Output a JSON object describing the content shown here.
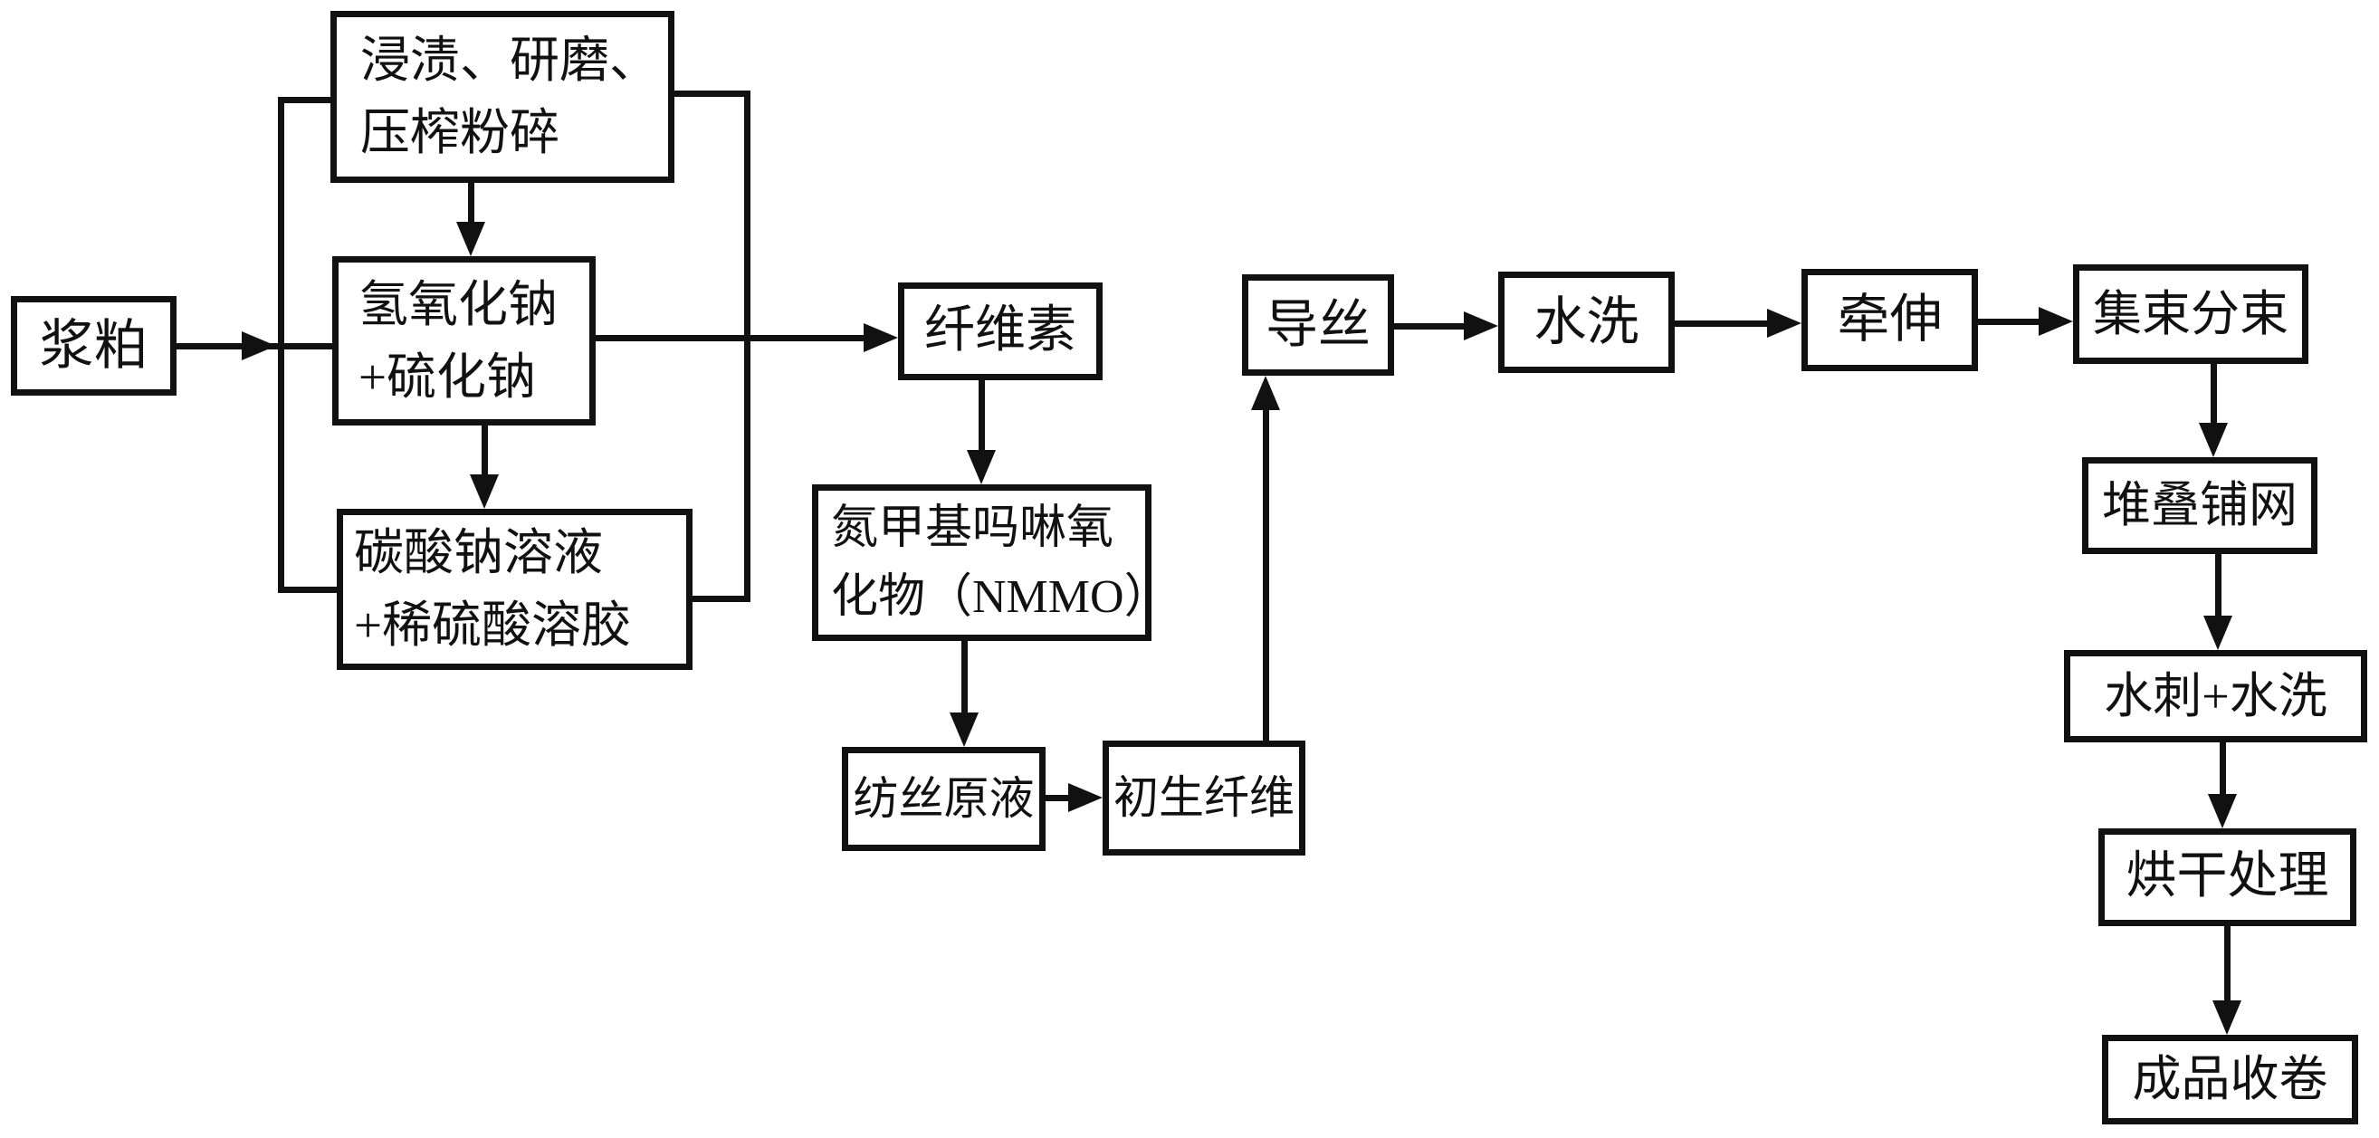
{
  "figure": {
    "type": "flowchart",
    "description": "Fiber production process flow diagram (patent drawing), black boxes and arrows on white background",
    "colors": {
      "line": "#111111",
      "background": "#ffffff",
      "text": "#111111"
    }
  },
  "nodes": {
    "pulp": {
      "label": "浆粕"
    },
    "pretreat": {
      "line1": "浸渍、研磨、",
      "line2": "压榨粉碎"
    },
    "naoh": {
      "line1": "氢氧化钠",
      "line2": "+硫化钠"
    },
    "na2co3": {
      "line1": "碳酸钠溶液",
      "line2": "+稀硫酸溶胶"
    },
    "cellulose": {
      "label": "纤维素"
    },
    "nmmo": {
      "line1": "氮甲基吗啉氧",
      "line2": "化物（NMMO）"
    },
    "dope": {
      "label": "纺丝原液"
    },
    "nascent": {
      "label": "初生纤维"
    },
    "godet": {
      "label": "导丝"
    },
    "wash": {
      "label": "水洗"
    },
    "draw": {
      "label": "牵伸"
    },
    "bundle": {
      "label": "集束分束"
    },
    "stack": {
      "label": "堆叠铺网"
    },
    "spunlace": {
      "label": "水刺+水洗"
    },
    "dry": {
      "label": "烘干处理"
    },
    "wind": {
      "label": "成品收卷"
    }
  },
  "edges": [
    {
      "from": "pulp",
      "to": "naoh"
    },
    {
      "from": "pretreat",
      "to": "naoh"
    },
    {
      "from": "naoh",
      "to": "na2co3"
    },
    {
      "from": "pretreat",
      "to": "cellulose"
    },
    {
      "from": "naoh",
      "to": "cellulose"
    },
    {
      "from": "na2co3",
      "to": "cellulose"
    },
    {
      "from": "cellulose",
      "to": "nmmo"
    },
    {
      "from": "nmmo",
      "to": "dope"
    },
    {
      "from": "dope",
      "to": "nascent"
    },
    {
      "from": "nascent",
      "to": "godet"
    },
    {
      "from": "godet",
      "to": "wash"
    },
    {
      "from": "wash",
      "to": "draw"
    },
    {
      "from": "draw",
      "to": "bundle"
    },
    {
      "from": "bundle",
      "to": "stack"
    },
    {
      "from": "stack",
      "to": "spunlace"
    },
    {
      "from": "spunlace",
      "to": "dry"
    },
    {
      "from": "dry",
      "to": "wind"
    }
  ]
}
